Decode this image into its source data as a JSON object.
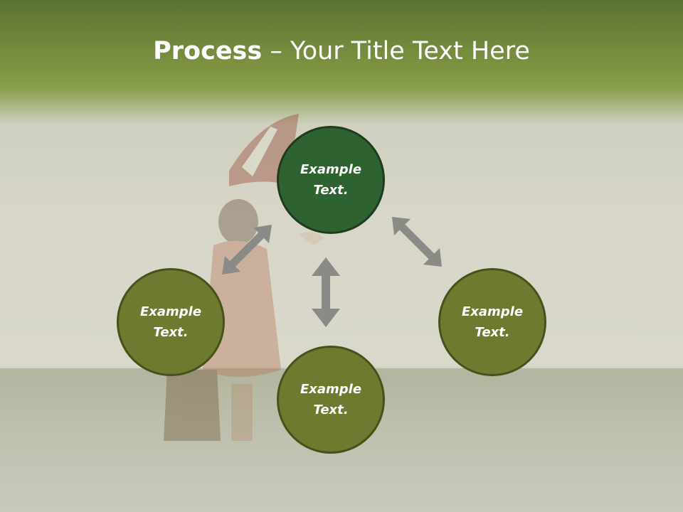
{
  "title": {
    "bold": "Process",
    "rest": " – Your Title Text Here"
  },
  "nodes": [
    {
      "label": "Example\nText."
    },
    {
      "label": "Example\nText."
    },
    {
      "label": "Example\nText."
    },
    {
      "label": "Example\nText."
    }
  ],
  "colors": {
    "header_green": "#7d9341",
    "center_node": "#2f6231",
    "outer_node": "#6e7a30",
    "arrow": "#8a8a86"
  }
}
